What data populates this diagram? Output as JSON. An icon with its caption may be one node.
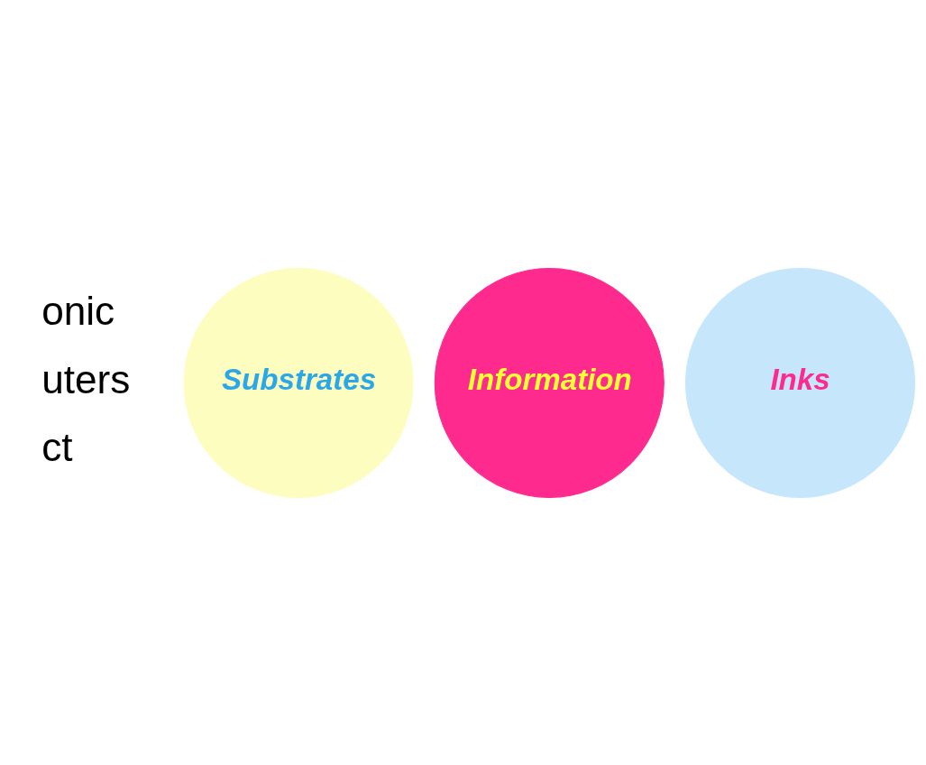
{
  "diagram": {
    "nodes": [
      {
        "text": [
          "Substrates"
        ]
      },
      {
        "text": [
          "Information"
        ]
      },
      {
        "text": [
          "Inks"
        ]
      }
    ],
    "labels": [
      "onic",
      "uters",
      "ct"
    ]
  }
}
